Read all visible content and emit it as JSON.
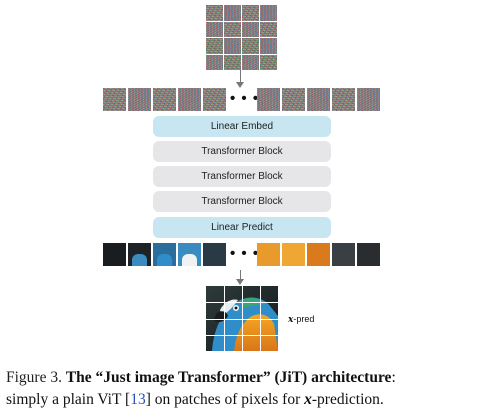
{
  "blocks": {
    "embed": "Linear Embed",
    "transformer": [
      "Transformer Block",
      "Transformer Block",
      "Transformer Block"
    ],
    "predict": "Linear Predict"
  },
  "ellipsis": "• • •",
  "output_label": {
    "var": "x",
    "suffix": "-pred"
  },
  "caption": {
    "figure": "Figure 3.",
    "title": "The “Just image Transformer” (JiT) architecture",
    "line1_end": ":",
    "line2_start": "simply a plain ViT [",
    "ref": "13",
    "line2_mid": "] on patches of pixels for ",
    "var": "x",
    "line2_end": "-prediction."
  },
  "colors": {
    "embed_block": "#c7e6f2",
    "transformer_block": "#e6e6e8",
    "arrow": "#777777",
    "citation": "#2a52be"
  }
}
